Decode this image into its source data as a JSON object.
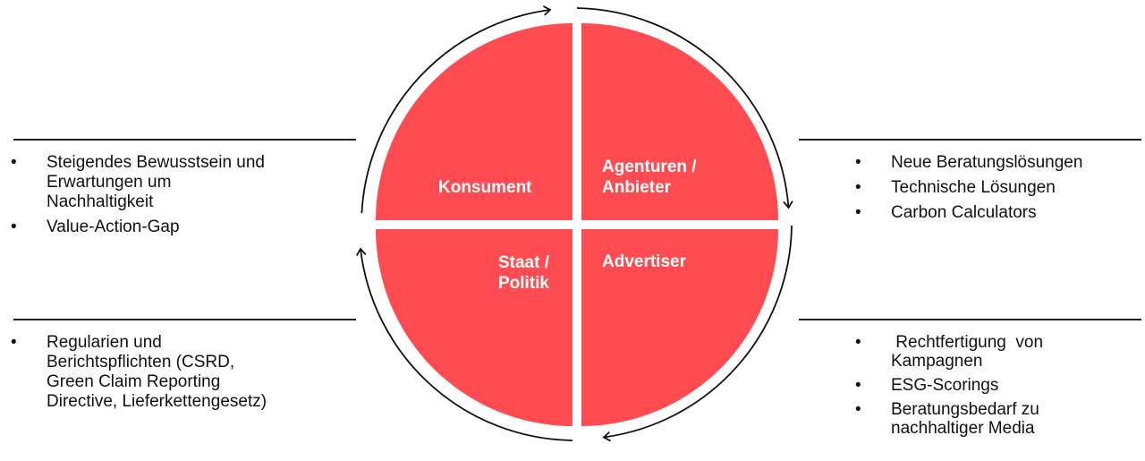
{
  "colors": {
    "quadrant": "#FF4B51",
    "arrow": "#111111",
    "rule": "#222222"
  },
  "quadrants": {
    "top_left": {
      "label": "Konsument"
    },
    "top_right": {
      "label": "Agenturen /\nAnbieter"
    },
    "bottom_left": {
      "label": "Staat /\nPolitik"
    },
    "bottom_right": {
      "label": "Advertiser"
    }
  },
  "panels": {
    "top_left": {
      "items": [
        "Steigendes Bewusstsein und Erwartungen um Nachhaltigkeit",
        "Value-Action-Gap"
      ]
    },
    "top_right": {
      "items": [
        "Neue Beratungslösungen",
        "Technische Lösungen",
        "Carbon Calculators"
      ]
    },
    "bottom_left": {
      "items": [
        "Regularien und Berichtspflichten (CSRD, Green Claim Reporting Directive, Lieferkettengesetz)"
      ]
    },
    "bottom_right": {
      "items": [
        " Rechtfertigung  von Kampagnen",
        "ESG-Scorings",
        "Beratungsbedarf zu nachhaltiger Media"
      ]
    }
  }
}
